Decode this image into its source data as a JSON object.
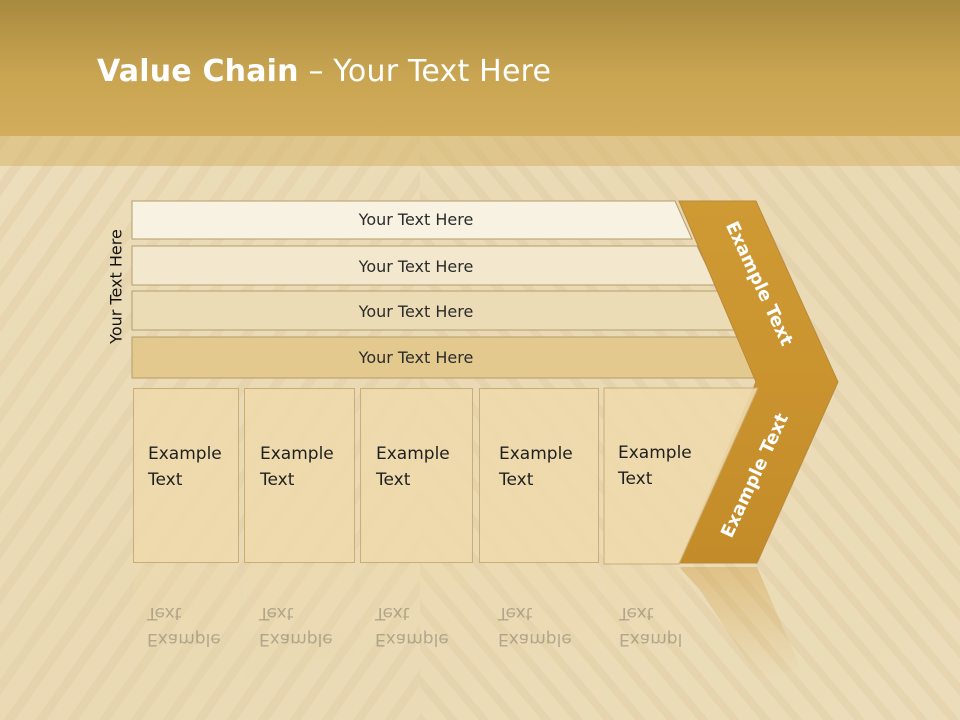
{
  "slide": {
    "title_bold": "Value Chain",
    "title_rest": " – Your Text Here",
    "side_label": "Your Text Here"
  },
  "bars": [
    {
      "label": "Your Text Here"
    },
    {
      "label": "Your Text Here"
    },
    {
      "label": "Your Text Here"
    },
    {
      "label": "Your Text Here"
    }
  ],
  "boxes": [
    {
      "line1": "Example",
      "line2": "Text"
    },
    {
      "line1": "Example",
      "line2": "Text"
    },
    {
      "line1": "Example",
      "line2": "Text"
    },
    {
      "line1": "Example",
      "line2": "Text"
    },
    {
      "line1": "Example",
      "line2": "Text"
    }
  ],
  "chevron": {
    "upper_text": "Example Text",
    "lower_text": "Example Text"
  },
  "colors": {
    "header": "#c9a552",
    "chevron": "#c9922e",
    "sand": "#e8d6ae"
  }
}
